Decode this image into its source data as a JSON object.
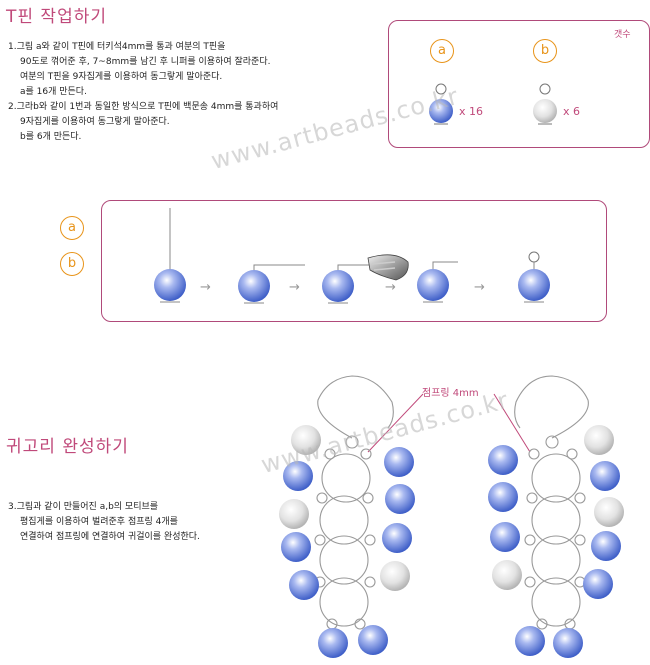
{
  "section1": {
    "title": "T핀 작업하기",
    "lines": [
      "1.그림 a와 같이 T핀에 터키석4mm를 통과 여분의 T핀을",
      "90도로 꺾어준 후, 7~8mm를 남긴 후 니퍼를 이용하여 잘라준다.",
      "여분의 T핀을 9자집게를 이용하여 동그랗게 말아준다.",
      "a를 16개 만든다.",
      "2.그라b와 같이 1번과 동일한 방식으로 T핀에 백문송 4mm를 통과하여",
      "9자집게를 이용하여 동그랗게 말아준다.",
      "b를 6개 만든다."
    ]
  },
  "count_box": {
    "label": "갯수",
    "a_label": "a",
    "b_label": "b",
    "a_qty": "x 16",
    "b_qty": "x 6"
  },
  "process": {
    "a_label": "a",
    "b_label": "b",
    "arrow": "→"
  },
  "section2": {
    "title": "귀고리 완성하기",
    "lines": [
      "3.그림과 같이 만들어진 a,b의 모티브를",
      "평집게를 이용하여 벌려준후 점프링 4개를",
      "연결하여 점프링에 연결하여 귀걸이를 완성한다."
    ],
    "jumpring_label": "점프링 4mm"
  },
  "watermark": "www.artbeads.co.kr",
  "colors": {
    "accent": "#c0497a",
    "badge": "#e8941a",
    "blue_bead": "#5b78d6",
    "white_bead": "#d6d6d6"
  }
}
